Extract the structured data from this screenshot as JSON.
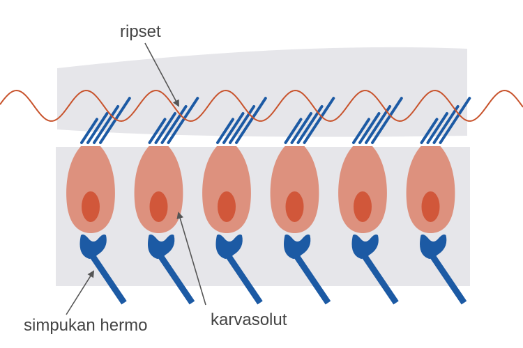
{
  "labels": {
    "cilia": "ripset",
    "hair_cell": "karvasolut",
    "nerve": "simpukan hermo"
  },
  "colors": {
    "membrane": "#e6e6ea",
    "cell_body": "#dd917e",
    "nucleus": "#d1573a",
    "nerve": "#1c5aa4",
    "wave": "#c8532c",
    "arrow": "#555555",
    "text": "#444444"
  },
  "hair_cell_count": 6
}
